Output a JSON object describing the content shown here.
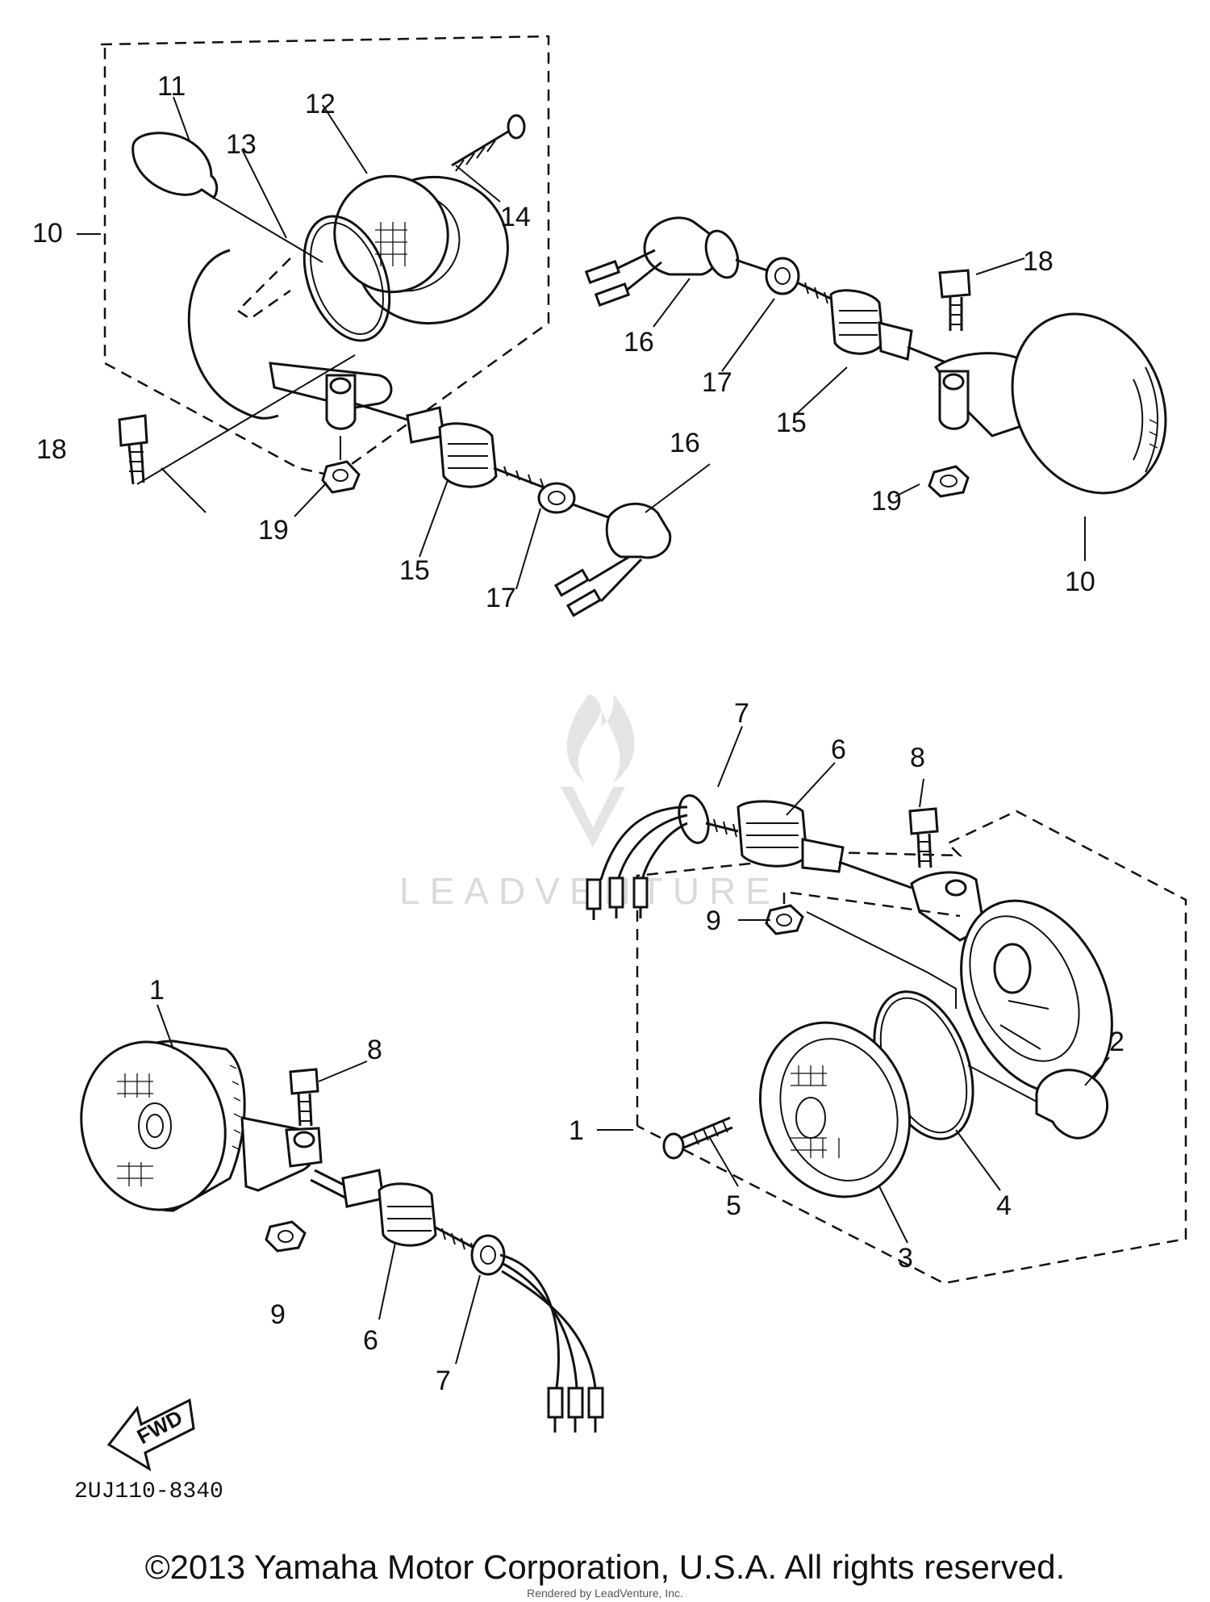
{
  "diagram": {
    "callouts": {
      "c1a": "1",
      "c1b": "1",
      "c2": "2",
      "c3": "3",
      "c4": "4",
      "c5": "5",
      "c6a": "6",
      "c6b": "6",
      "c7a": "7",
      "c7b": "7",
      "c8a": "8",
      "c8b": "8",
      "c9a": "9",
      "c9b": "9",
      "c10a": "10",
      "c10b": "10",
      "c11": "11",
      "c12": "12",
      "c13": "13",
      "c14": "14",
      "c15a": "15",
      "c15b": "15",
      "c16a": "16",
      "c16b": "16",
      "c17a": "17",
      "c17b": "17",
      "c18a": "18",
      "c18b": "18",
      "c19a": "19",
      "c19b": "19"
    },
    "fwd_label": "FWD",
    "diagram_code": "2UJ110-8340",
    "watermark": "LEADVENTURE"
  },
  "footer": {
    "copyright": "©2013 Yamaha Motor Corporation, U.S.A. All rights reserved.",
    "rendered_by": "Rendered by LeadVenture, Inc."
  }
}
